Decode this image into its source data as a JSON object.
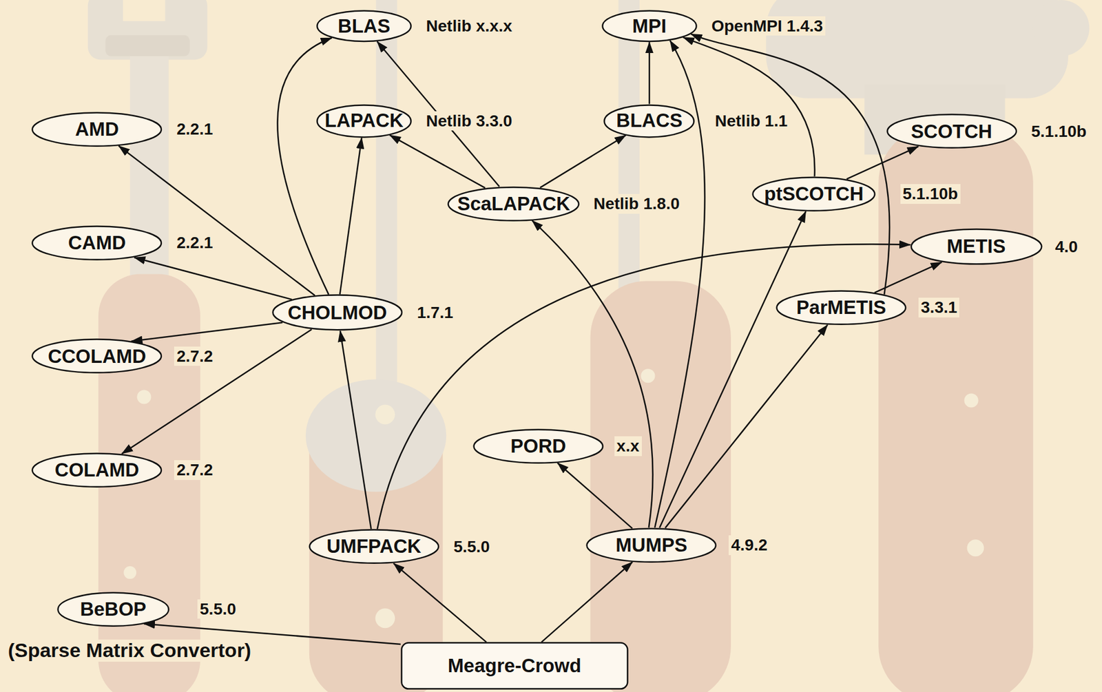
{
  "diagram": {
    "nodes": [
      {
        "text": [
          "BLAS"
        ]
      },
      {
        "text": [
          "MPI"
        ]
      },
      {
        "text": [
          "AMD"
        ]
      },
      {
        "text": [
          "LAPACK"
        ]
      },
      {
        "text": [
          "BLACS"
        ]
      },
      {
        "text": [
          "SCOTCH"
        ]
      },
      {
        "text": [
          "ScaLAPACK"
        ]
      },
      {
        "text": [
          "ptSCOTCH"
        ]
      },
      {
        "text": [
          "CAMD"
        ]
      },
      {
        "text": [
          "METIS"
        ]
      },
      {
        "text": [
          "CHOLMOD"
        ]
      },
      {
        "text": [
          "ParMETIS"
        ]
      },
      {
        "text": [
          "CCOLAMD"
        ]
      },
      {
        "text": [
          "PORD"
        ]
      },
      {
        "text": [
          "COLAMD"
        ]
      },
      {
        "text": [
          "UMFPACK"
        ]
      },
      {
        "text": [
          "MUMPS"
        ]
      },
      {
        "text": [
          "BeBOP"
        ]
      },
      {
        "text": [
          "Meagre-Crowd"
        ]
      }
    ],
    "edges": [
      {
        "from": 18,
        "to": 17,
        "arrow": "to"
      },
      {
        "from": 18,
        "to": 15,
        "arrow": "to"
      },
      {
        "from": 18,
        "to": 16,
        "arrow": "to"
      },
      {
        "from": 15,
        "to": 10,
        "arrow": "to"
      },
      {
        "from": 15,
        "to": 9,
        "arrow": "to"
      },
      {
        "from": 10,
        "to": 2,
        "arrow": "to"
      },
      {
        "from": 10,
        "to": 8,
        "arrow": "to"
      },
      {
        "from": 10,
        "to": 12,
        "arrow": "to"
      },
      {
        "from": 10,
        "to": 14,
        "arrow": "to"
      },
      {
        "from": 10,
        "to": 3,
        "arrow": "to"
      },
      {
        "from": 10,
        "to": 0,
        "arrow": "to"
      },
      {
        "from": 6,
        "to": 3,
        "arrow": "to"
      },
      {
        "from": 6,
        "to": 0,
        "arrow": "to"
      },
      {
        "from": 6,
        "to": 4,
        "arrow": "to"
      },
      {
        "from": 4,
        "to": 1,
        "arrow": "to"
      },
      {
        "from": 16,
        "to": 13,
        "arrow": "to"
      },
      {
        "from": 16,
        "to": 6,
        "arrow": "to"
      },
      {
        "from": 16,
        "to": 1,
        "arrow": "to"
      },
      {
        "from": 16,
        "to": 11,
        "arrow": "to"
      },
      {
        "from": 16,
        "to": 7,
        "arrow": "to"
      },
      {
        "from": 7,
        "to": 5,
        "arrow": "to"
      },
      {
        "from": 7,
        "to": 1,
        "arrow": "to"
      },
      {
        "from": 11,
        "to": 9,
        "arrow": "to"
      },
      {
        "from": 11,
        "to": 1,
        "arrow": "to"
      }
    ],
    "labels": [
      "Netlib x.x.x",
      "OpenMPI 1.4.3",
      "Netlib 3.3.0",
      "Netlib 1.1",
      "2.2.1",
      "5.1.10b",
      "5.1.10b",
      "Netlib 1.8.0",
      "2.2.1",
      "4.0",
      "3.3.1",
      "1.7.1",
      "2.7.2",
      "x.x",
      "2.7.2",
      "4.9.2",
      "5.5.0",
      "5.5.0",
      "(Sparse Matrix Convertor)"
    ]
  }
}
